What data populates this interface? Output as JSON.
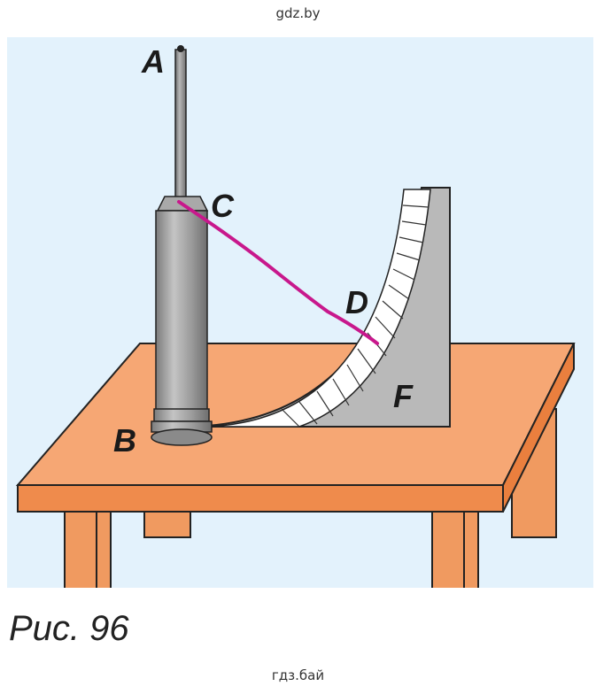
{
  "watermark_top": "gdz.by",
  "watermark_bottom": "гдз.бай",
  "labels": {
    "A": "A",
    "B": "B",
    "C": "C",
    "D": "D",
    "F": "F"
  },
  "caption": "Рис. 96",
  "colors": {
    "background": "#e3f2fc",
    "table_top": "#f6a774",
    "table_edge": "#ef8b4c",
    "table_leg": "#f09a60",
    "rod": "#8a8a8a",
    "cylinder": "#9b9b9b",
    "track": "#b9b9b9",
    "ramp_strip": "#ffffff",
    "thread": "#c8188c"
  }
}
